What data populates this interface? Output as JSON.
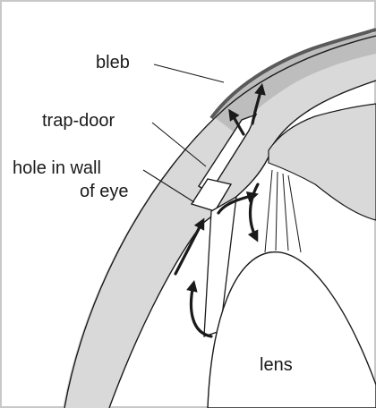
{
  "labels": {
    "bleb": "bleb",
    "trap_door": "trap-door",
    "hole_line1": "hole in wall",
    "hole_line2": "of eye",
    "lens": "lens"
  },
  "colors": {
    "background": "#ffffff",
    "border": "#c8c8c8",
    "tissue_fill": "#d9d9d9",
    "bleb_fill": "#bdbdbd",
    "bleb_edge": "#5a5a5a",
    "outline": "#1a1a1a",
    "arrow": "#1a1a1a",
    "lens_fill": "#ffffff"
  }
}
